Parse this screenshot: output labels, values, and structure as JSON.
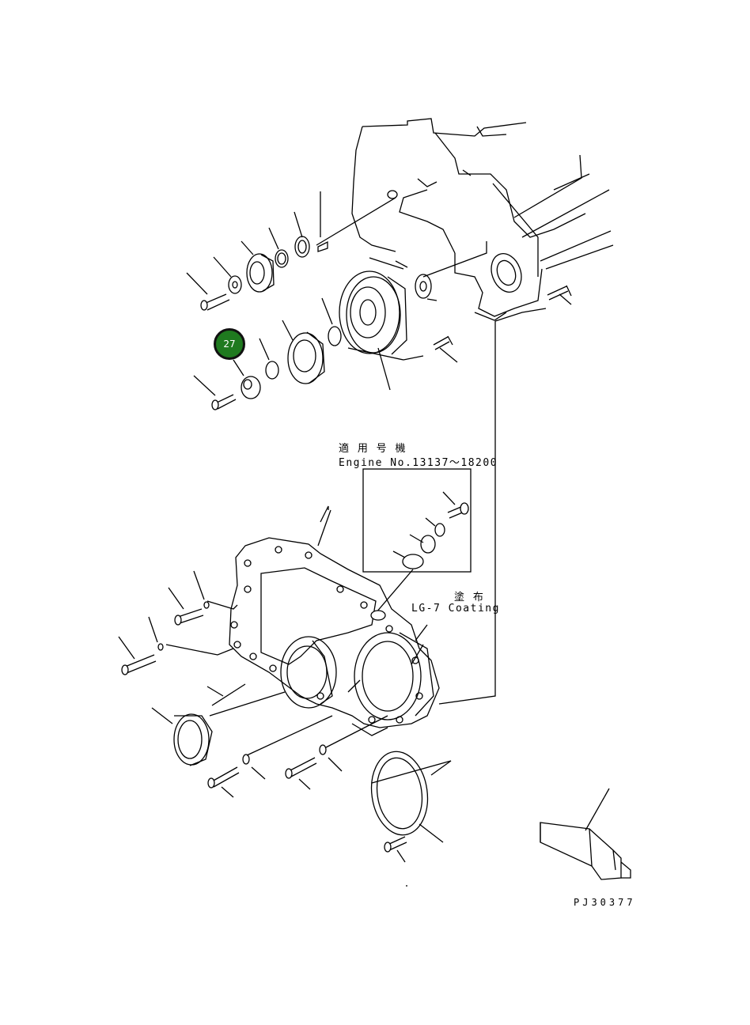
{
  "callout": {
    "number": "27",
    "color": "#1f7a1f"
  },
  "engine_note": {
    "jp": "適 用 号 機",
    "en": "Engine No.13137～18200"
  },
  "coating_note": {
    "jp": "塗 布",
    "en": "LG-7 Coating"
  },
  "figure_code": "PJ30377"
}
